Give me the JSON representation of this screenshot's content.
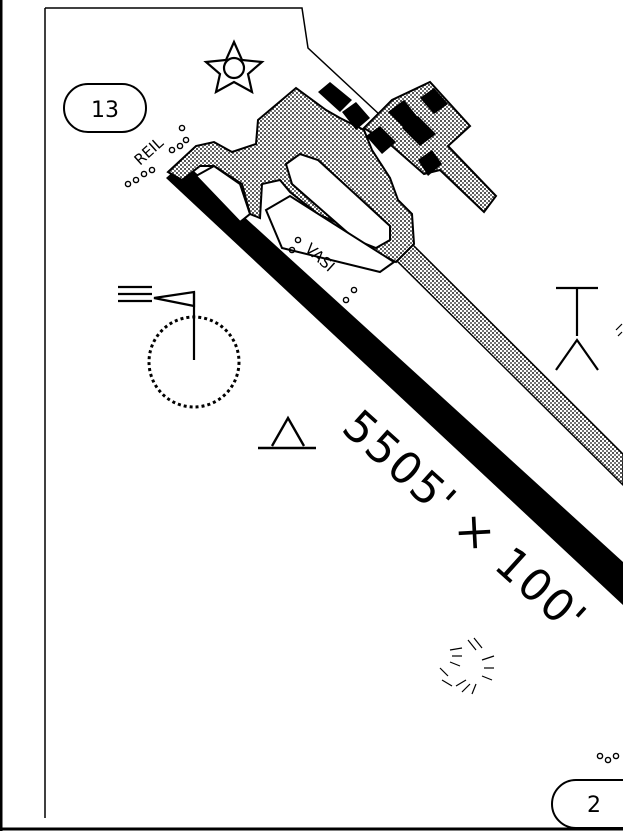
{
  "runway": {
    "dimensions": "5505' × 100'",
    "end_north": "13",
    "end_south": "2"
  },
  "lighting": {
    "reil": "REIL",
    "vasi": "VASI"
  },
  "colors": {
    "ink": "#000000",
    "background": "#ffffff",
    "ramp_fill": "#9a9a9a"
  },
  "symbols": {
    "beacon": "beacon-star-icon",
    "wind_indicator": "wind-cone-icon",
    "segmented_circle": "segmented-circle-icon",
    "tetrahedron": "tetrahedron-icon",
    "tower": "tower-icon",
    "obstruction": "obstruction-icon"
  }
}
